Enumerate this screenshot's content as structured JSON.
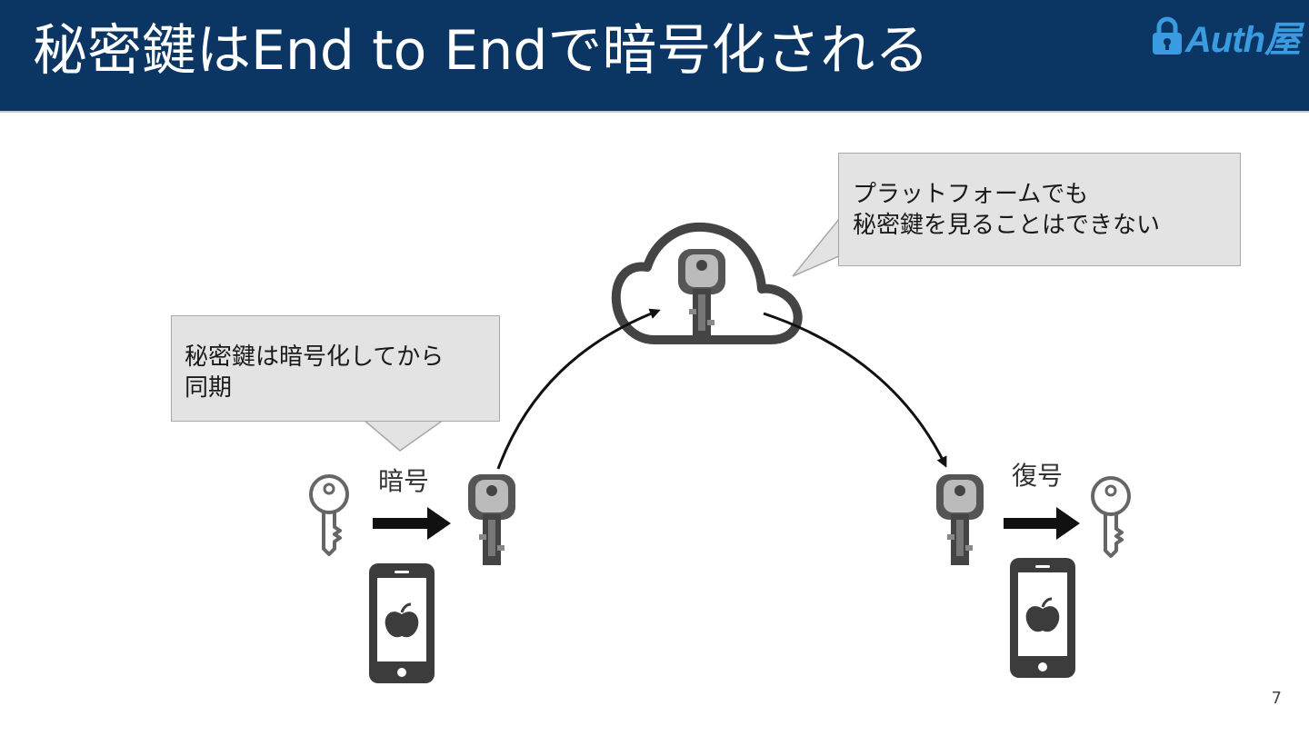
{
  "header": {
    "title": "秘密鍵はEnd to Endで暗号化される",
    "logo_text": "Auth屋",
    "background_color": "#0b3563",
    "logo_color": "#3a9be0"
  },
  "diagram": {
    "callout_left": "秘密鍵は暗号化してから\n同期",
    "callout_right": "プラットフォームでも\n秘密鍵を見ることはできない",
    "encrypt_label": "暗号",
    "decrypt_label": "復号",
    "icons": [
      "key-icon",
      "arrow-right-icon",
      "encrypted-key-icon",
      "cloud-icon",
      "smartphone-apple-icon"
    ]
  },
  "footer": {
    "page_number": "7"
  }
}
